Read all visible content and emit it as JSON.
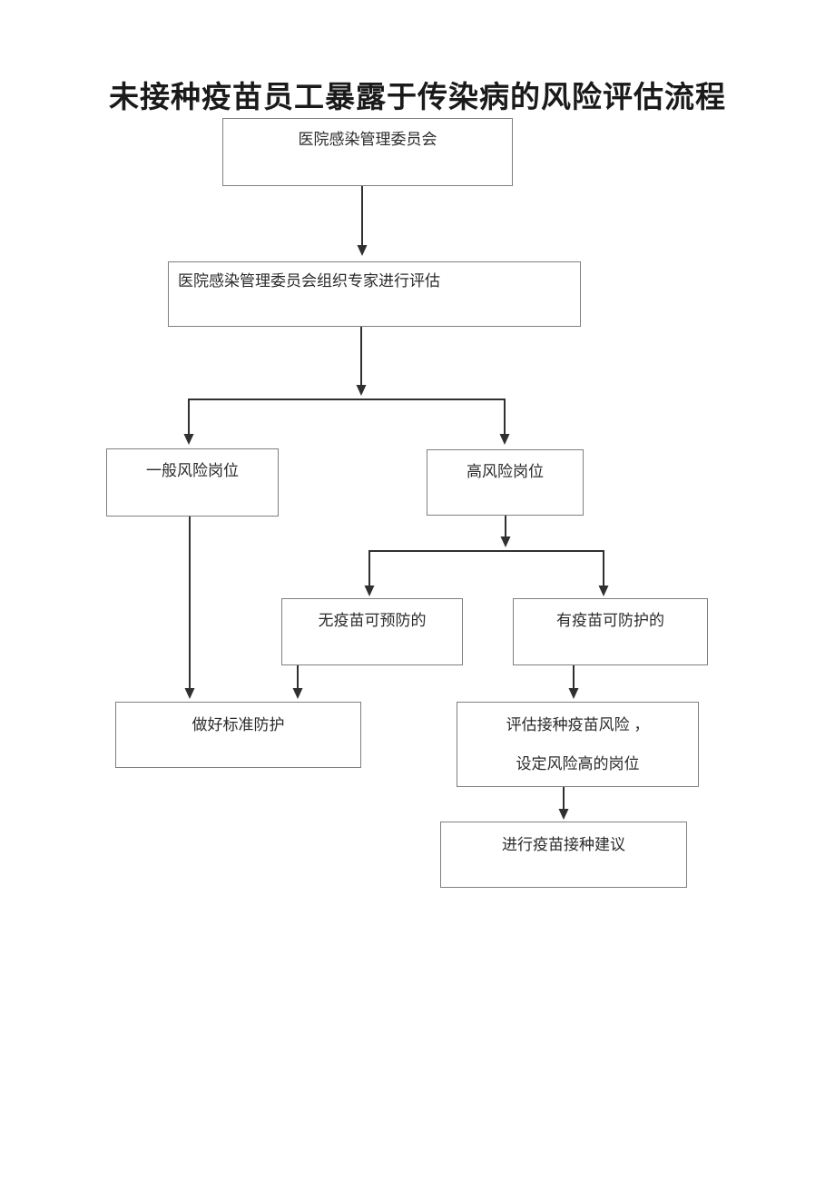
{
  "page": {
    "title": "未接种疫苗员工暴露于传染病的风险评估流程"
  },
  "colors": {
    "box_border": "#7f7f7f",
    "arrow": "#303030",
    "text": "#2b2b2b",
    "background": "#ffffff"
  },
  "flowchart": {
    "nodes": {
      "committee": {
        "label": "医院感染管理委员会"
      },
      "organize": {
        "label": "医院感染管理委员会组织专家进行评估"
      },
      "general_risk": {
        "label": "一般风险岗位"
      },
      "high_risk": {
        "label": "高风险岗位"
      },
      "no_vaccine": {
        "label": "无疫苗可预防的"
      },
      "has_vaccine": {
        "label": "有疫苗可防护的"
      },
      "standard_protection": {
        "label": "做好标准防护"
      },
      "assess_vaccine_risk": {
        "line1": "评估接种疫苗风险 ，",
        "line2": "设定风险高的岗位"
      },
      "vaccination_recommendation": {
        "label": "进行疫苗接种建议"
      }
    },
    "edges": [
      {
        "from": "committee",
        "to": "organize"
      },
      {
        "from": "organize",
        "to": "general_risk"
      },
      {
        "from": "organize",
        "to": "high_risk"
      },
      {
        "from": "general_risk",
        "to": "standard_protection"
      },
      {
        "from": "high_risk",
        "to": "no_vaccine"
      },
      {
        "from": "high_risk",
        "to": "has_vaccine"
      },
      {
        "from": "no_vaccine",
        "to": "standard_protection"
      },
      {
        "from": "has_vaccine",
        "to": "assess_vaccine_risk"
      },
      {
        "from": "assess_vaccine_risk",
        "to": "vaccination_recommendation"
      }
    ]
  }
}
